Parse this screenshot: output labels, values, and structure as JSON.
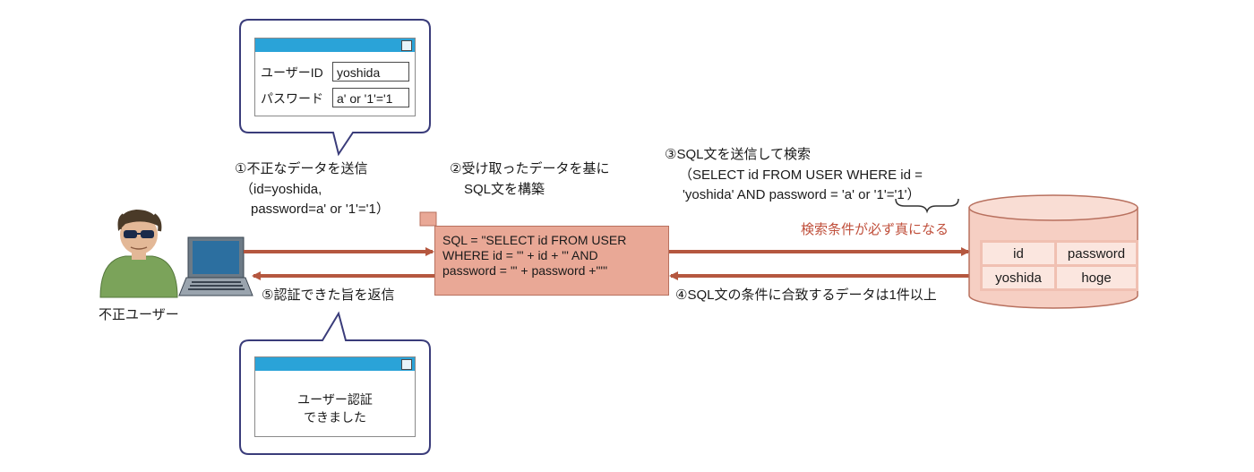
{
  "colors": {
    "arrow": "#b5573f",
    "sql_box_fill": "#e9a896",
    "db_fill": "#f6cfc3",
    "bubble_border": "#3a3c7a",
    "window_titlebar": "#2aa3d8",
    "highlight_text": "#c0503c"
  },
  "attacker": {
    "label": "不正ユーザー"
  },
  "login_window": {
    "user_id_label": "ユーザーID",
    "user_id_value": "yoshida",
    "password_label": "パスワード",
    "password_value": "a' or '1'='1"
  },
  "result_window": {
    "line1": "ユーザー認証",
    "line2": "できました"
  },
  "steps": {
    "step1": {
      "line1": "①不正なデータを送信",
      "line2": "（id=yoshida,",
      "line3": "password=a' or '1'='1）"
    },
    "step2": {
      "line1": "②受け取ったデータを基に",
      "line2": "SQL文を構築"
    },
    "step3": {
      "line1": "③SQL文を送信して検索",
      "line2": "（SELECT id FROM USER WHERE id =",
      "line3": "'yoshida' AND password = 'a' or '1'='1'）"
    },
    "step4": "④SQL文の条件に合致するデータは1件以上",
    "step5": "⑤認証できた旨を返信"
  },
  "condition_note": "検索条件が必ず真になる",
  "sql_builder": {
    "line1": "SQL = \"SELECT id FROM USER",
    "line2": "WHERE id = '\" + id + \"' AND",
    "line3": "password = '\" + password +\"'\""
  },
  "database": {
    "headers": [
      "id",
      "password"
    ],
    "rows": [
      [
        "yoshida",
        "hoge"
      ]
    ]
  }
}
